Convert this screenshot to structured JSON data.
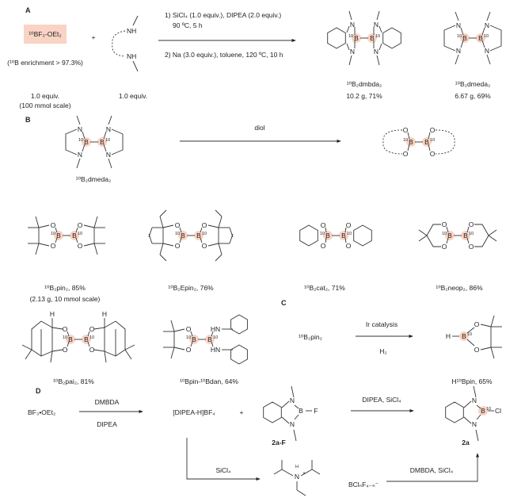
{
  "colors": {
    "boron_highlight": "#f9d3c4",
    "ink": "#222222"
  },
  "A": {
    "label": "A",
    "reagent": "¹⁰BF₃-OEt₂",
    "enrichment": "(¹⁰B enrichment > 97.3%)",
    "plus": "+",
    "amine_nh": "NH",
    "cond1": "1) SiCl₄ (1.0 equiv.), DIPEA (2.0 equiv.)",
    "cond1b": "90 ºC, 5 h",
    "cond2": "2) Na (3.0 equiv.), toluene, 120 ºC, 10 h",
    "equiv1": "1.0 equiv.",
    "scale1": "(100 mmol scale)",
    "equiv2": "1.0 equiv.",
    "prod1_name": "¹⁰B₂dmbda₂",
    "prod1_yield": "10.2 g, 71%",
    "prod2_name": "¹⁰B₂dmeda₂",
    "prod2_yield": "6.67 g, 69%"
  },
  "B": {
    "label": "B",
    "start_name": "¹⁰B₂dmeda₂",
    "reagent": "diol",
    "products": [
      {
        "name": "¹⁰B₂pin₂, 85%",
        "note": "(2.13 g, 10 mmol scale)"
      },
      {
        "name": "¹⁰B₂Epin₂, 76%"
      },
      {
        "name": "¹⁰B₂cat₂, 71%"
      },
      {
        "name": "¹⁰B₂neop₂, 86%"
      },
      {
        "name": "¹⁰B₂pai₂, 81%"
      },
      {
        "name": "¹⁰Bpin-¹⁰Bdan, 64%"
      }
    ]
  },
  "C": {
    "label": "C",
    "start": "¹⁰B₂pin₂",
    "cond_top": "Ir catalysis",
    "cond_bottom": "H₂",
    "product": "H¹⁰Bpin, 65%"
  },
  "D": {
    "label": "D",
    "start": "BF₃•OEt₂",
    "cond1_top": "DMBDA",
    "cond1_bottom": "DIPEA",
    "salt": "[DIPEA-H]BF₄",
    "plus": "+",
    "int_name": "2a-F",
    "cond2_top": "DIPEA, SiCl₄",
    "product_name": "2a",
    "cond3": "SiCl₄",
    "anion": "BClₙF₄₋ₙ⁻",
    "cond4": "DMBDA, SiCl₄"
  }
}
